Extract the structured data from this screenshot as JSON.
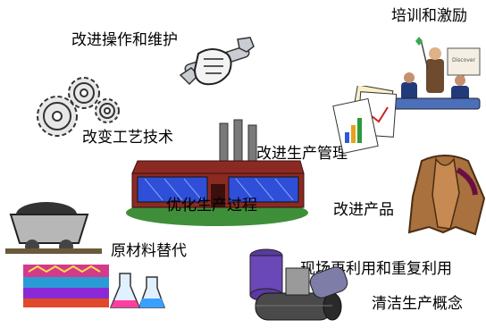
{
  "labels": {
    "maintenance": "改进操作和维护",
    "training": "培训和激励",
    "process_tech": "改变工艺技术",
    "center": "优化生产过程",
    "management": "改进生产管理",
    "product": "改进产品",
    "materials": "原材料替代",
    "reuse": "现场再利用和重复利用",
    "concept": "清洁生产概念"
  },
  "icons": {
    "maintenance": "wrench-fist-icon",
    "training": "meeting-icon",
    "process_tech": "gears-icon",
    "center": "factory-icon",
    "management": "charts-icon",
    "product": "jacket-icon",
    "materials": "coal-cart-and-flasks-icon",
    "reuse": "barrels-icon"
  },
  "colors": {
    "text": "#000000",
    "factory_glass": "#2f4fd8",
    "factory_brick": "#8b2a22",
    "grass": "#3f8f3a"
  }
}
